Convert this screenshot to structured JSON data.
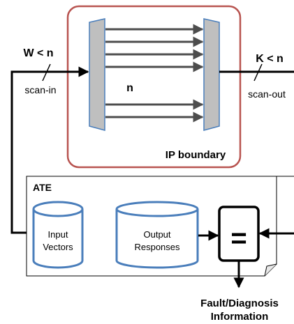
{
  "colors": {
    "ip_boundary_border": "#b85450",
    "ip_boundary_fill": "#ffffff",
    "compressor_fill": "#bfbfbf",
    "compressor_stroke": "#4a7ebb",
    "chain_arrow": "#4d4d4d",
    "cylinder_stroke": "#4a7ebb",
    "line": "#000000",
    "ate_border": "#000000"
  },
  "labels": {
    "input_width": "W < n",
    "scan_in": "scan-in",
    "output_width": "K < n",
    "scan_out": "scan-out",
    "chain_count": "n",
    "ip_boundary": "IP boundary",
    "ate": "ATE",
    "input_vectors": [
      "Input",
      "Vectors"
    ],
    "output_responses": [
      "Output",
      "Responses"
    ],
    "comparator_symbol": "=",
    "result": [
      "Fault/Diagnosis",
      "Information"
    ]
  }
}
